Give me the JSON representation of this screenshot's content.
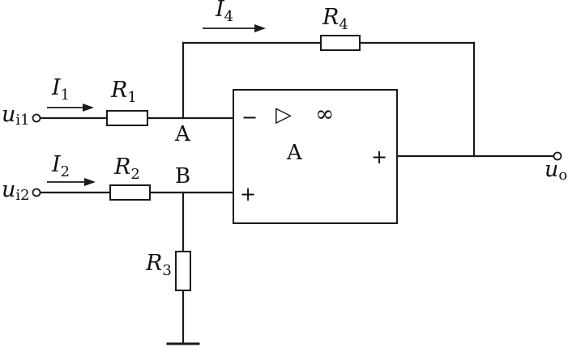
{
  "currents": {
    "i1": {
      "sym": "I",
      "sub": "1"
    },
    "i2": {
      "sym": "I",
      "sub": "2"
    },
    "i4": {
      "sym": "I",
      "sub": "4"
    }
  },
  "resistors": {
    "r1": {
      "sym": "R",
      "sub": "1"
    },
    "r2": {
      "sym": "R",
      "sub": "2"
    },
    "r3": {
      "sym": "R",
      "sub": "3"
    },
    "r4": {
      "sym": "R",
      "sub": "4"
    }
  },
  "terminals": {
    "ui1": {
      "sym": "u",
      "sub": "i1"
    },
    "ui2": {
      "sym": "u",
      "sub": "i2"
    },
    "uo": {
      "sym": "u",
      "sub": "o"
    }
  },
  "nodes": {
    "a": "A",
    "b": "B"
  },
  "opamp": {
    "label": "A",
    "symbol": "▷",
    "gain": "∞",
    "minus": "−",
    "plus_in": "+",
    "plus_out": "+"
  }
}
